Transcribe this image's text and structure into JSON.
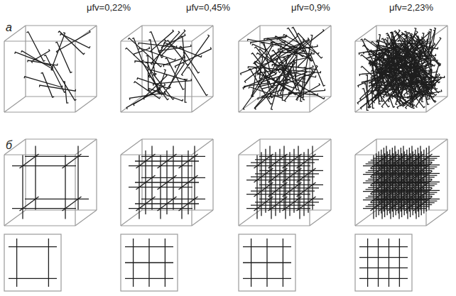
{
  "diagram": {
    "labels": [
      "μfv=0,22%",
      "μfv=0,45%",
      "μfv=0,9%",
      "μfv=2,23%",
      "а",
      "б"
    ]
  }
}
